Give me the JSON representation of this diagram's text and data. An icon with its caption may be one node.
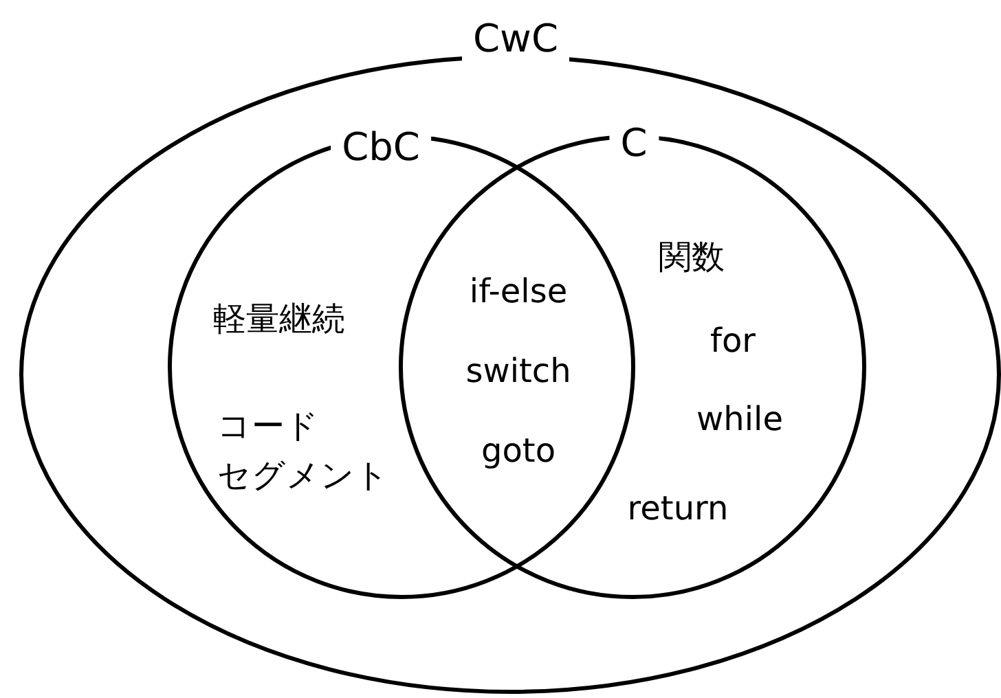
{
  "diagram": {
    "nodes": [
      {
        "text": [
          "CwC"
        ]
      },
      {
        "text": [
          "CbC",
          "軽量継続",
          "コードセグメント"
        ],
        "in": 0
      },
      {
        "text": [
          "C",
          "関数",
          "for",
          "while",
          "return"
        ],
        "in": 0
      }
    ],
    "labels": [
      "if-else",
      "switch",
      "goto"
    ]
  }
}
